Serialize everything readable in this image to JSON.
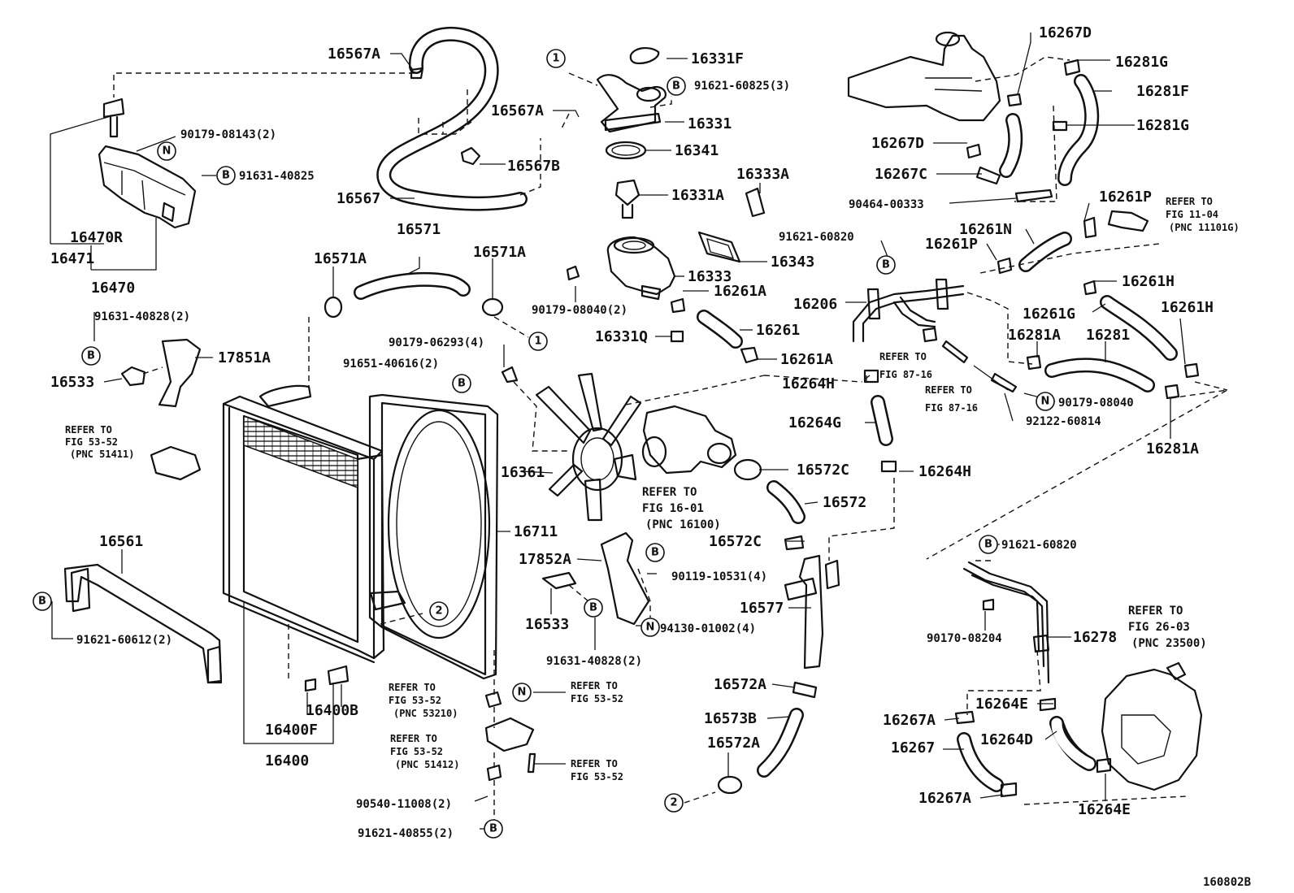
{
  "diagram": {
    "figure_number": "160802B",
    "symbols": {
      "bolt": "B",
      "nut": "N",
      "ref1": "1",
      "ref2": "2"
    },
    "part_numbers": {
      "p16567A_top": "16567A",
      "p16567A_mid": "16567A",
      "p16567B": "16567B",
      "p16567": "16567",
      "p16331F": "16331F",
      "p91621_60825": "91621-60825(3)",
      "p16331": "16331",
      "p16341": "16341",
      "p16331A": "16331A",
      "p16333A": "16333A",
      "p16333": "16333",
      "p16343": "16343",
      "p90179_08040_2": "90179-08040(2)",
      "p16261A_a": "16261A",
      "p16261A_b": "16261A",
      "p16261": "16261",
      "p16331Q": "16331Q",
      "p90179_08143": "90179-08143(2)",
      "p91631_40825": "91631-40825",
      "p16470R": "16470R",
      "p16471": "16471",
      "p16470": "16470",
      "p16571": "16571",
      "p16571A_a": "16571A",
      "p16571A_b": "16571A",
      "p91631_40828_a": "91631-40828(2)",
      "p17851A": "17851A",
      "p16533_a": "16533",
      "p90179_06293": "90179-06293(4)",
      "p91651_40616": "91651-40616(2)",
      "p16361": "16361",
      "p16711": "16711",
      "p16561": "16561",
      "p91621_60612": "91621-60612(2)",
      "p16400B": "16400B",
      "p16400F": "16400F",
      "p16400": "16400",
      "p17852A": "17852A",
      "p90119_10531": "90119-10531(4)",
      "p16533_b": "16533",
      "p91631_40828_b": "91631-40828(2)",
      "p94130_01002": "94130-01002(4)",
      "p90540_11008": "90540-11008(2)",
      "p91621_40855": "91621-40855(2)",
      "p16267D_a": "16267D",
      "p16267D_b": "16267D",
      "p16281G_a": "16281G",
      "p16281F": "16281F",
      "p16281G_b": "16281G",
      "p16267C": "16267C",
      "p90464_00333": "90464-00333",
      "p16261P_a": "16261P",
      "p16261N": "16261N",
      "p16261P_b": "16261P",
      "p91621_60820_a": "91621-60820",
      "p16206": "16206",
      "p16261H_a": "16261H",
      "p16261G": "16261G",
      "p16261H_b": "16261H",
      "p16281A_a": "16281A",
      "p16281": "16281",
      "p16264H_a": "16264H",
      "p90179_08040": "90179-08040",
      "p92122_60814": "92122-60814",
      "p16281A_b": "16281A",
      "p16264G": "16264G",
      "p16264H_b": "16264H",
      "p16572C_a": "16572C",
      "p16572": "16572",
      "p16572C_b": "16572C",
      "p16577": "16577",
      "p16572A_a": "16572A",
      "p16573B": "16573B",
      "p16572A_b": "16572A",
      "p91621_60820_b": "91621-60820",
      "p90170_08204": "90170-08204",
      "p16278": "16278",
      "p16264E_a": "16264E",
      "p16267A_a": "16267A",
      "p16264D": "16264D",
      "p16267": "16267",
      "p16267A_b": "16267A",
      "p16264E_b": "16264E"
    },
    "references": {
      "r_fig53_pnc51411": [
        "REFER TO",
        "FIG 53-52",
        "(PNC 51411)"
      ],
      "r_fig87_a": [
        "REFER TO",
        "FIG 87-16"
      ],
      "r_fig87_b": [
        "REFER TO",
        "FIG 87-16"
      ],
      "r_fig11": [
        "REFER TO",
        "FIG 11-04",
        "(PNC 11101G)"
      ],
      "r_fig16": [
        "REFER TO",
        "FIG 16-01",
        "(PNC 16100)"
      ],
      "r_fig53_pnc53210": [
        "REFER TO",
        "FIG 53-52",
        "(PNC 53210)"
      ],
      "r_fig53_n": [
        "REFER TO",
        "FIG 53-52"
      ],
      "r_fig53_pnc51412": [
        "REFER TO",
        "FIG 53-52",
        "(PNC 51412)"
      ],
      "r_fig53_bolt": [
        "REFER TO",
        "FIG 53-52"
      ],
      "r_fig26": [
        "REFER TO",
        "FIG 26-03",
        "(PNC 23500)"
      ]
    }
  }
}
